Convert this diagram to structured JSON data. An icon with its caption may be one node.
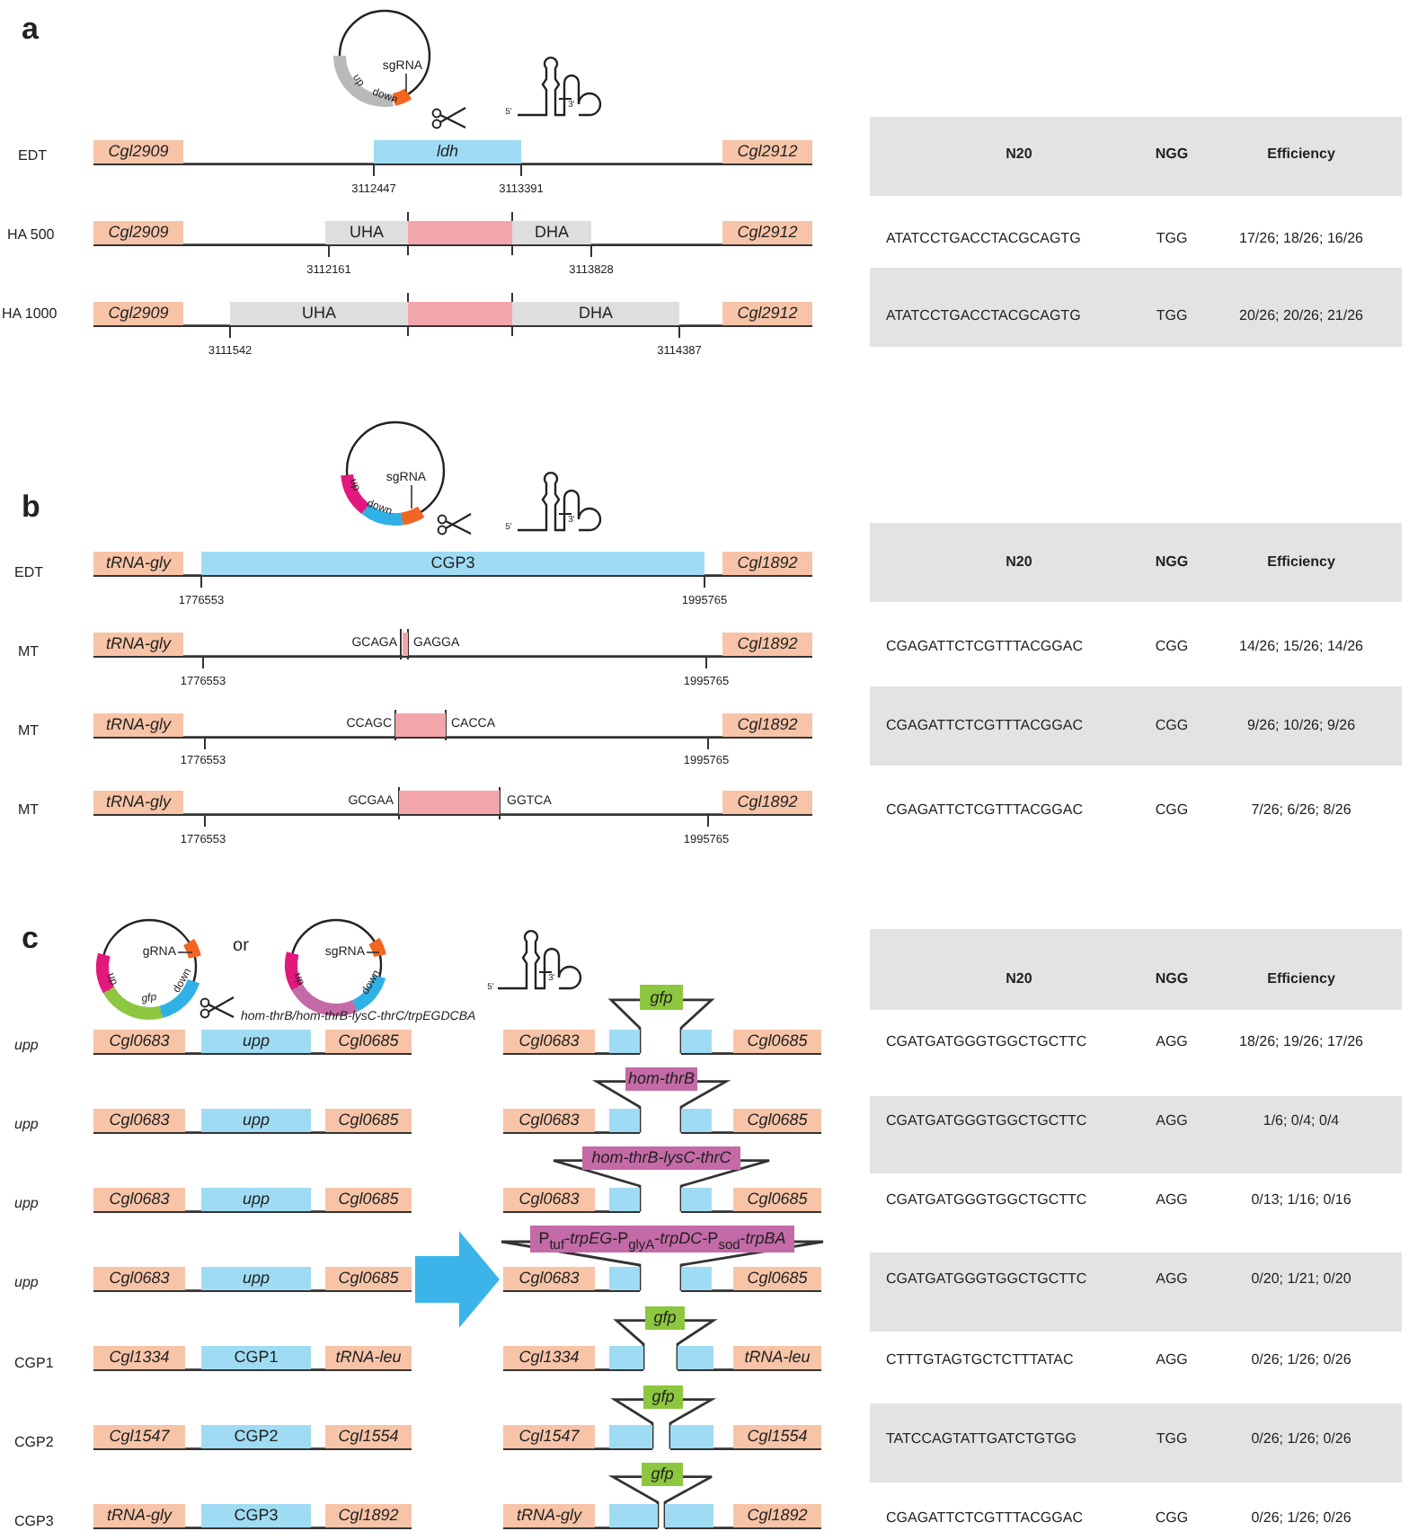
{
  "diagram": {
    "nodes": [
      {
        "text": [
          "Cgl2909"
        ]
      },
      {
        "text": [
          "ldh"
        ]
      },
      {
        "text": [
          "Cgl2912"
        ]
      },
      {
        "text": [
          "Cgl2909"
        ]
      },
      {
        "text": [
          "UHA"
        ]
      },
      {
        "text": [],
        "shape": "box"
      },
      {
        "text": [
          "DHA"
        ]
      },
      {
        "text": [
          "Cgl2912"
        ]
      },
      {
        "text": [
          "Cgl2909"
        ]
      },
      {
        "text": [
          "UHA"
        ]
      },
      {
        "text": [],
        "shape": "box"
      },
      {
        "text": [
          "DHA"
        ]
      },
      {
        "text": [
          "Cgl2912"
        ]
      },
      {
        "text": [
          "tRNA-gly"
        ]
      },
      {
        "text": [
          "CGP3"
        ]
      },
      {
        "text": [
          "Cgl1892"
        ]
      },
      {
        "text": [
          "tRNA-gly"
        ]
      },
      {
        "text": [],
        "shape": "box"
      },
      {
        "text": [
          "Cgl1892"
        ]
      },
      {
        "text": [
          "tRNA-gly"
        ]
      },
      {
        "text": [],
        "shape": "box"
      },
      {
        "text": [
          "Cgl1892"
        ]
      },
      {
        "text": [
          "tRNA-gly"
        ]
      },
      {
        "text": [],
        "shape": "box"
      },
      {
        "text": [
          "Cgl1892"
        ]
      },
      {
        "text": [
          "Cgl0683"
        ]
      },
      {
        "text": [
          "upp"
        ]
      },
      {
        "text": [
          "Cgl0685"
        ]
      },
      {
        "text": [
          "Cgl0683"
        ]
      },
      {
        "text": [
          "upp"
        ]
      },
      {
        "text": [
          "Cgl0685"
        ]
      },
      {
        "text": [
          "Cgl0683"
        ]
      },
      {
        "text": [
          "upp"
        ]
      },
      {
        "text": [
          "Cgl0685"
        ]
      },
      {
        "text": [
          "Cgl0683"
        ]
      },
      {
        "text": [
          "upp"
        ]
      },
      {
        "text": [
          "Cgl0685"
        ]
      },
      {
        "text": [
          "Cgl1334"
        ]
      },
      {
        "text": [
          "CGP1"
        ]
      },
      {
        "text": [
          "tRNA-leu"
        ]
      },
      {
        "text": [
          "Cgl1547"
        ]
      },
      {
        "text": [
          "CGP2"
        ]
      },
      {
        "text": [
          "Cgl1554"
        ]
      },
      {
        "text": [
          "tRNA-gly"
        ]
      },
      {
        "text": [
          "CGP3"
        ]
      },
      {
        "text": [
          "Cgl1892"
        ]
      },
      {
        "text": [
          "gfp"
        ]
      },
      {
        "text": [
          "Cgl0683"
        ]
      },
      {
        "text": [],
        "shape": "box"
      },
      {
        "text": [],
        "shape": "box"
      },
      {
        "text": [
          "Cgl0685"
        ]
      },
      {
        "text": [
          "hom-thrB"
        ]
      },
      {
        "text": [
          "Cgl0683"
        ]
      },
      {
        "text": [],
        "shape": "box"
      },
      {
        "text": [],
        "shape": "box"
      },
      {
        "text": [
          "Cgl0685"
        ]
      },
      {
        "text": [
          "hom-thrB-lysC-thrC"
        ]
      },
      {
        "text": [
          "Cgl0683"
        ]
      },
      {
        "text": [],
        "shape": "box"
      },
      {
        "text": [],
        "shape": "box"
      },
      {
        "text": [
          "Cgl0685"
        ]
      },
      {
        "text": [
          "P$_{tuf}$-*trpEG*-P$_{glyA}$-*trpDC*-P$_{sod}$-*trpBA*"
        ]
      },
      {
        "text": [
          "Cgl0683"
        ]
      },
      {
        "text": [],
        "shape": "box"
      },
      {
        "text": [],
        "shape": "box"
      },
      {
        "text": [
          "Cgl0685"
        ]
      },
      {
        "text": [
          "gfp"
        ]
      },
      {
        "text": [
          "Cgl1334"
        ]
      },
      {
        "text": [],
        "shape": "box"
      },
      {
        "text": [],
        "shape": "box"
      },
      {
        "text": [
          "tRNA-leu"
        ]
      },
      {
        "text": [
          "gfp"
        ]
      },
      {
        "text": [
          "Cgl1547"
        ]
      },
      {
        "text": [],
        "shape": "box"
      },
      {
        "text": [],
        "shape": "box"
      },
      {
        "text": [
          "Cgl1554"
        ]
      },
      {
        "text": [
          "gfp"
        ]
      },
      {
        "text": [
          "tRNA-gly"
        ]
      },
      {
        "text": [],
        "shape": "box"
      },
      {
        "text": [],
        "shape": "box"
      },
      {
        "text": [
          "Cgl1892"
        ]
      }
    ],
    "edges": [
      {
        "from": 0,
        "to": 1,
        "arrow": "none"
      },
      {
        "from": 1,
        "to": 2,
        "arrow": "none"
      },
      {
        "from": 3,
        "to": 4,
        "arrow": "none"
      },
      {
        "from": 6,
        "to": 7,
        "arrow": "none"
      },
      {
        "from": 8,
        "to": 9,
        "arrow": "none"
      },
      {
        "from": 11,
        "to": 12,
        "arrow": "none"
      },
      {
        "from": 13,
        "to": 14,
        "arrow": "none"
      },
      {
        "from": 14,
        "to": 15,
        "arrow": "none"
      },
      {
        "from": 16,
        "to": 17,
        "arrow": "none"
      },
      {
        "from": 17,
        "to": 18,
        "arrow": "none"
      },
      {
        "from": 19,
        "to": 20,
        "arrow": "none"
      },
      {
        "from": 20,
        "to": 21,
        "arrow": "none"
      },
      {
        "from": 22,
        "to": 23,
        "arrow": "none"
      },
      {
        "from": 23,
        "to": 24,
        "arrow": "none"
      },
      {
        "from": 25,
        "to": 26,
        "arrow": "none"
      },
      {
        "from": 26,
        "to": 27,
        "arrow": "none"
      },
      {
        "from": 28,
        "to": 29,
        "arrow": "none"
      },
      {
        "from": 29,
        "to": 30,
        "arrow": "none"
      },
      {
        "from": 31,
        "to": 32,
        "arrow": "none"
      },
      {
        "from": 32,
        "to": 33,
        "arrow": "none"
      },
      {
        "from": 34,
        "to": 35,
        "arrow": "none"
      },
      {
        "from": 35,
        "to": 36,
        "arrow": "none"
      },
      {
        "from": 37,
        "to": 38,
        "arrow": "none"
      },
      {
        "from": 38,
        "to": 39,
        "arrow": "none"
      },
      {
        "from": 40,
        "to": 41,
        "arrow": "none"
      },
      {
        "from": 41,
        "to": 42,
        "arrow": "none"
      },
      {
        "from": 43,
        "to": 44,
        "arrow": "none"
      },
      {
        "from": 44,
        "to": 45,
        "arrow": "none"
      },
      {
        "from": 36,
        "to": 62,
        "arrow": "to",
        "style": "thick",
        "color": "#3cb4ea"
      },
      {
        "from": 47,
        "to": 48,
        "arrow": "none"
      },
      {
        "from": 48,
        "to": 46,
        "arrow": "none"
      },
      {
        "from": 46,
        "to": 49,
        "arrow": "none"
      },
      {
        "from": 49,
        "to": 50,
        "arrow": "none"
      },
      {
        "from": 52,
        "to": 53,
        "arrow": "none"
      },
      {
        "from": 53,
        "to": 51,
        "arrow": "none"
      },
      {
        "from": 51,
        "to": 54,
        "arrow": "none"
      },
      {
        "from": 54,
        "to": 55,
        "arrow": "none"
      },
      {
        "from": 57,
        "to": 58,
        "arrow": "none"
      },
      {
        "from": 58,
        "to": 56,
        "arrow": "none"
      },
      {
        "from": 56,
        "to": 59,
        "arrow": "none"
      },
      {
        "from": 59,
        "to": 60,
        "arrow": "none"
      },
      {
        "from": 62,
        "to": 63,
        "arrow": "none"
      },
      {
        "from": 63,
        "to": 61,
        "arrow": "none"
      },
      {
        "from": 61,
        "to": 64,
        "arrow": "none"
      },
      {
        "from": 64,
        "to": 65,
        "arrow": "none"
      },
      {
        "from": 67,
        "to": 68,
        "arrow": "none"
      },
      {
        "from": 68,
        "to": 66,
        "arrow": "none"
      },
      {
        "from": 66,
        "to": 69,
        "arrow": "none"
      },
      {
        "from": 69,
        "to": 70,
        "arrow": "none"
      },
      {
        "from": 72,
        "to": 73,
        "arrow": "none"
      },
      {
        "from": 73,
        "to": 71,
        "arrow": "none"
      },
      {
        "from": 71,
        "to": 74,
        "arrow": "none"
      },
      {
        "from": 74,
        "to": 75,
        "arrow": "none"
      },
      {
        "from": 77,
        "to": 78,
        "arrow": "none"
      },
      {
        "from": 78,
        "to": 76,
        "arrow": "none"
      },
      {
        "from": 76,
        "to": 79,
        "arrow": "none"
      },
      {
        "from": 79,
        "to": 80,
        "arrow": "none"
      }
    ],
    "labels": [
      "a",
      "sgRNA",
      "up",
      "down",
      "5'",
      "3'",
      "EDT",
      "3112447",
      "3113391",
      "HA 500",
      "3112161",
      "3113828",
      "HA 1000",
      "3111542",
      "3114387",
      "N20",
      "NGG",
      "Efficiency",
      "ATATCCTGACCTACGCAGTG",
      "TGG",
      "17/26; 18/26; 16/26",
      "ATATCCTGACCTACGCAGTG",
      "TGG",
      "20/26; 20/26; 21/26",
      "b",
      "sgRNA",
      "up",
      "down",
      "5'",
      "3'",
      "EDT",
      "1776553",
      "1995765",
      "MT",
      "GCAGA",
      "GAGGA",
      "1776553",
      "1995765",
      "MT",
      "CCAGC",
      "CACCA",
      "1776553",
      "1995765",
      "MT",
      "GCGAA",
      "GGTCA",
      "1776553",
      "1995765",
      "N20",
      "NGG",
      "Efficiency",
      "CGAGATTCTCGTTTACGGAC",
      "CGG",
      "14/26; 15/26; 14/26",
      "CGAGATTCTCGTTTACGGAC",
      "CGG",
      "9/26; 10/26; 9/26",
      "CGAGATTCTCGTTTACGGAC",
      "CGG",
      "7/26; 6/26; 8/26",
      "c",
      "gRNA",
      "up",
      "gfp",
      "down",
      "or",
      "sgRNA",
      "up",
      "down",
      "hom-thrB/hom-thrB-lysC-thrC/trpEGDCBA",
      "5'",
      "3'",
      "upp",
      "upp",
      "upp",
      "upp",
      "CGP1",
      "CGP2",
      "CGP3",
      "N20",
      "NGG",
      "Efficiency",
      "CGATGATGGGTGGCTGCTTC",
      "AGG",
      "18/26; 19/26; 17/26",
      "CGATGATGGGTGGCTGCTTC",
      "AGG",
      "1/6; 0/4; 0/4",
      "CGATGATGGGTGGCTGCTTC",
      "AGG",
      "0/13; 1/16; 0/16",
      "CGATGATGGGTGGCTGCTTC",
      "AGG",
      "0/20; 1/21; 0/20",
      "CTTTGTAGTGCTCTTTATAC",
      "AGG",
      "0/26; 1/26; 0/26",
      "TATCCAGTATTGATCTGTGG",
      "TGG",
      "0/26; 1/26; 0/26",
      "CGAGATTCTCGTTTACGGAC",
      "CGG",
      "0/26; 1/26; 0/26"
    ]
  }
}
